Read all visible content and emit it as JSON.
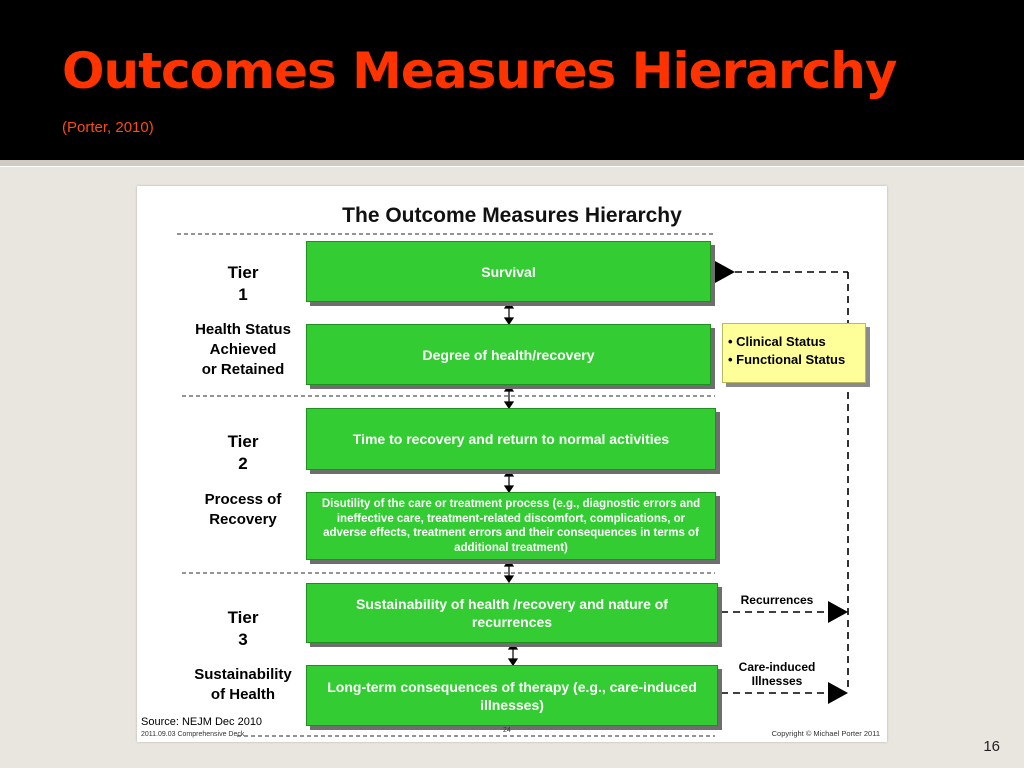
{
  "slide": {
    "title": "Outcomes Measures Hierarchy",
    "subtitle": "(Porter, 2010)",
    "page_number": "16"
  },
  "figure": {
    "title": "The Outcome Measures Hierarchy",
    "tiers": [
      {
        "label_line1": "Tier",
        "label_line2": "1",
        "desc_lines": [
          "Health Status",
          "Achieved",
          "or Retained"
        ]
      },
      {
        "label_line1": "Tier",
        "label_line2": "2",
        "desc_lines": [
          "Process of",
          "Recovery"
        ]
      },
      {
        "label_line1": "Tier",
        "label_line2": "3",
        "desc_lines": [
          "Sustainability",
          "of Health"
        ]
      }
    ],
    "boxes": [
      "Survival",
      "Degree of  health/recovery",
      "Time to recovery and return to normal activities",
      "Disutility of the care or treatment process (e.g., diagnostic errors and ineffective care, treatment-related discomfort, complications, or adverse effects, treatment errors and their consequences in terms of additional treatment)",
      "Sustainability of  health /recovery and nature of recurrences",
      "Long-term consequences of therapy  (e.g., care-induced illnesses)"
    ],
    "status_items": [
      "• Clinical Status",
      "• Functional Status"
    ],
    "side_labels": {
      "recurrences": "Recurrences",
      "care_induced_line1": "Care-induced",
      "care_induced_line2": "Illnesses"
    },
    "source": "Source: NEJM Dec 2010",
    "deck": "2011.09.03 Comprehensive Deck",
    "figure_page": "24",
    "copyright": "Copyright © Michael Porter 2011"
  },
  "colors": {
    "title": "#ff3300",
    "box_green": "#33cc33",
    "box_yellow": "#ffff99",
    "header_bg": "#000000"
  }
}
